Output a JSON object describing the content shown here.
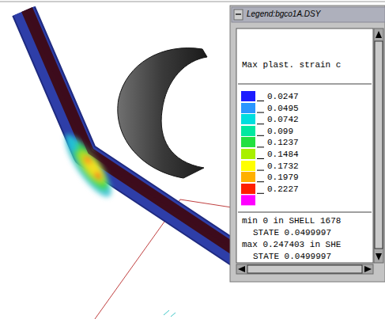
{
  "diagram": {
    "title": "Legend:bgco1A.DSY",
    "labels": [
      "Max plast. strain c",
      "min 0 in SHELL 1678",
      "STATE 0.0499997",
      "max 0.247403 in SHE",
      "STATE 0.0499997"
    ],
    "legend": [
      {
        "text": "0.0247",
        "color": "#1c1cff"
      },
      {
        "text": "0.0495",
        "color": "#2a96ff"
      },
      {
        "text": "0.0742",
        "color": "#00dede"
      },
      {
        "text": "0.099",
        "color": "#00e8a0"
      },
      {
        "text": "0.1237",
        "color": "#22e040"
      },
      {
        "text": "0.1484",
        "color": "#a8f000"
      },
      {
        "text": "0.1732",
        "color": "#ffff00"
      },
      {
        "text": "0.1979",
        "color": "#ffb000"
      },
      {
        "text": "0.2227",
        "color": "#ff2000"
      }
    ]
  }
}
